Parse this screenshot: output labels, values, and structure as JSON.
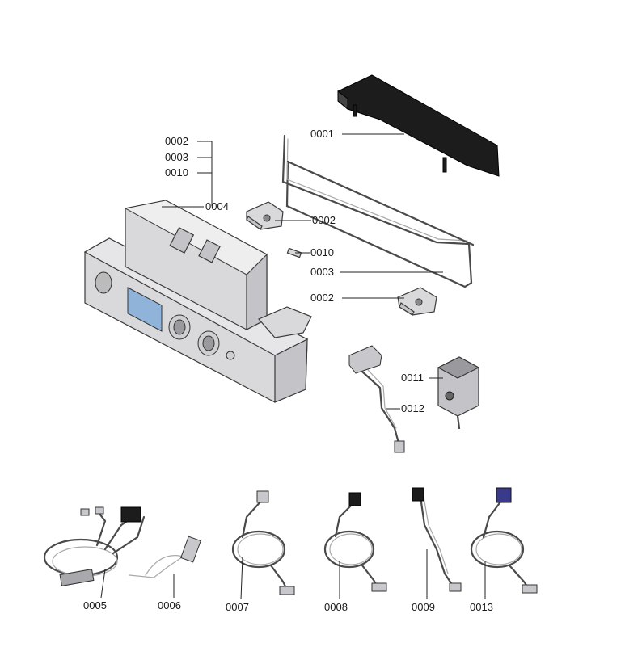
{
  "labels": {
    "l0001": "0001",
    "l0002_a": "0002",
    "l0003_a": "0003",
    "l0010_a": "0010",
    "l0004": "0004",
    "l0002_b": "0002",
    "l0010_b": "0010",
    "l0003_b": "0003",
    "l0002_c": "0002",
    "l0011": "0011",
    "l0012": "0012",
    "l0005": "0005",
    "l0006": "0006",
    "l0007": "0007",
    "l0008": "0008",
    "l0009": "0009",
    "l0013": "0013"
  },
  "colors": {
    "part_fill": "#d9d9dc",
    "dark_part": "#1c1c1c",
    "connector_blue": "#3a3a8a",
    "display_blue": "#8fb3d9"
  }
}
